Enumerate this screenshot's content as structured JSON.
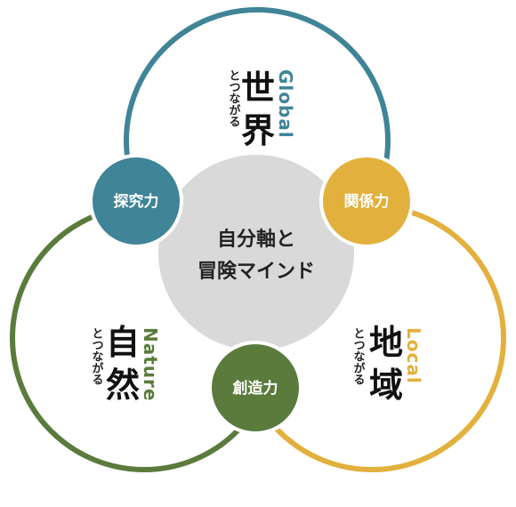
{
  "colors": {
    "global": "#3f8497",
    "local": "#e2b03c",
    "nature": "#5a7b3c",
    "center": "#d9d9d9",
    "ring_stroke": "#ffffff"
  },
  "global": {
    "kanji": "世界",
    "kana": "とつながる",
    "english": "Global"
  },
  "local": {
    "kanji": "地域",
    "kana": "とつながる",
    "english": "Local"
  },
  "nature": {
    "kanji": "自然",
    "kana": "とつながる",
    "english": "Nature"
  },
  "nodes": {
    "inquiry": "探究力",
    "relation": "関係力",
    "creation": "創造力"
  },
  "center": {
    "line1": "自分軸と",
    "line2": "冒険マインド"
  }
}
